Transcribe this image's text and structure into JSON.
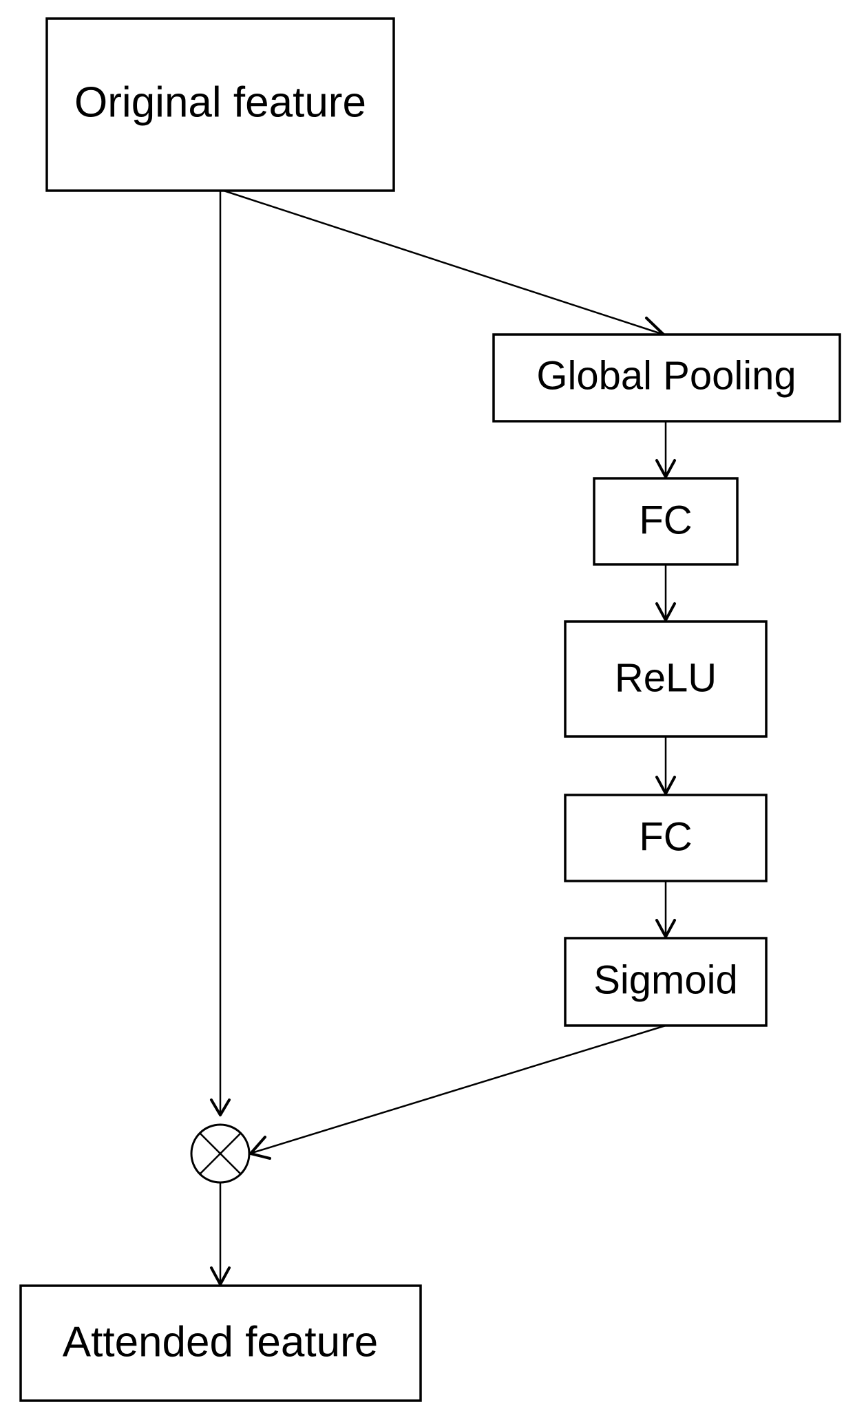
{
  "nodes": {
    "original_feature": "Original feature",
    "global_pooling": "Global Pooling",
    "fc_1": "FC",
    "relu": "ReLU",
    "fc_2": "FC",
    "sigmoid": "Sigmoid",
    "attended_feature": "Attended feature"
  },
  "operator": {
    "symbol_icon": "multiply-circle-icon"
  }
}
